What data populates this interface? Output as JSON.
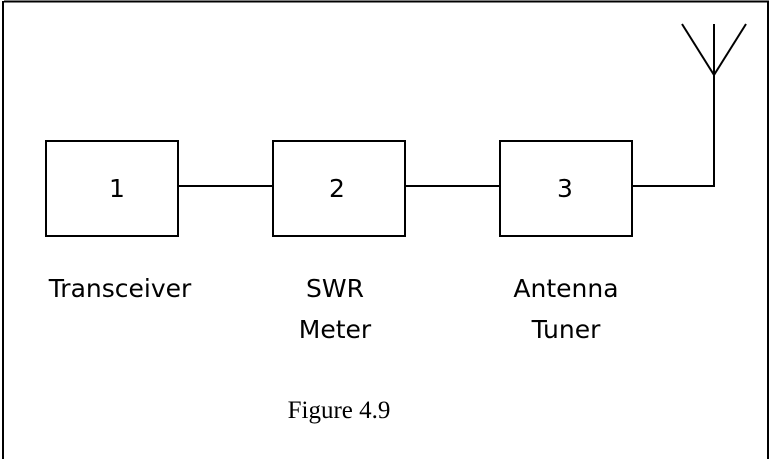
{
  "diagram": {
    "blocks": [
      {
        "number": "1",
        "label_lines": [
          "Transceiver"
        ]
      },
      {
        "number": "2",
        "label_lines": [
          "SWR",
          "Meter"
        ]
      },
      {
        "number": "3",
        "label_lines": [
          "Antenna",
          "Tuner"
        ]
      }
    ],
    "caption": "Figure 4.9"
  }
}
